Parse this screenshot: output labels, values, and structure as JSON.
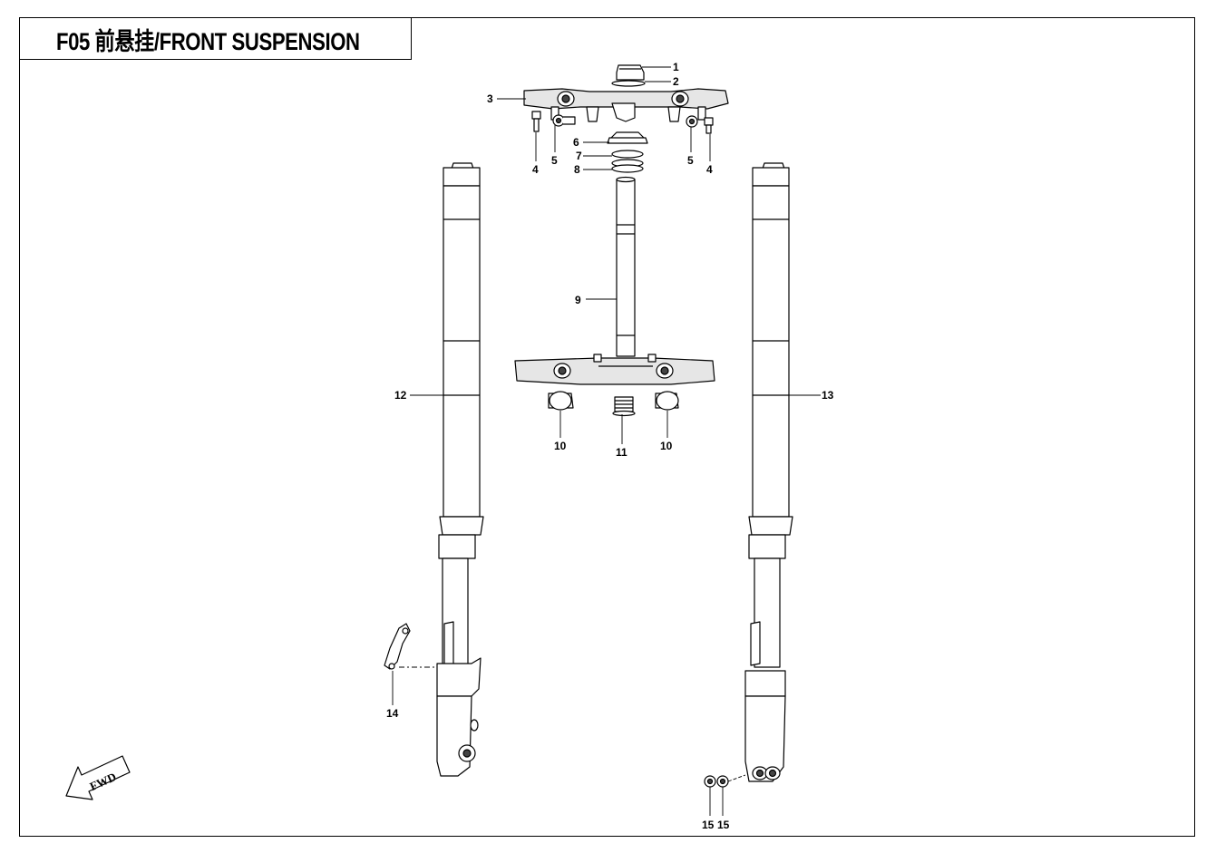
{
  "title": "F05 前悬挂/FRONT SUSPENSION",
  "direction_label": "FWD",
  "callouts": [
    "1",
    "2",
    "3",
    "4",
    "5",
    "6",
    "7",
    "8",
    "9",
    "10",
    "11",
    "12",
    "13",
    "14",
    "15"
  ],
  "colors": {
    "line": "#000000",
    "background": "#ffffff",
    "shade": "#d9d9d9"
  }
}
